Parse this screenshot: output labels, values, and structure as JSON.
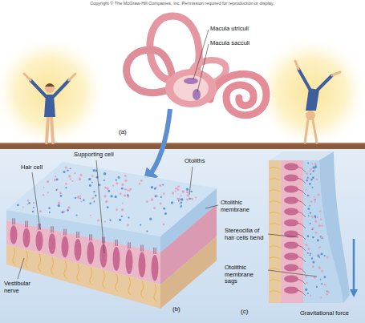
{
  "diagram": {
    "labels": [
      "Copyright © The McGraw-Hill Companies, Inc. Permission required for reproduction or display.",
      "Macula utriculi",
      "Macula sacculi",
      "(a)",
      "Otoliths",
      "Otolithic membrane",
      "Supporting cell",
      "Hair cell",
      "Vestibular nerve",
      "(b)",
      "Stereocilia of hair cells bend",
      "Otolithic membrane sags",
      "Gravitational force",
      "(c)"
    ]
  }
}
